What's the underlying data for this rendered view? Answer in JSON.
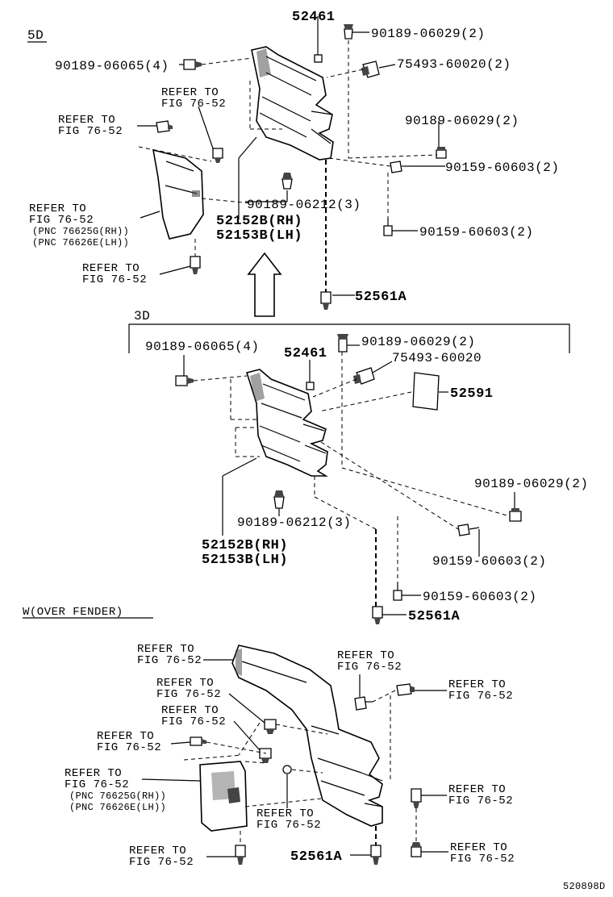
{
  "sections": {
    "s5d": "5D",
    "s3d": "3D",
    "sw": "W(OVER FENDER)"
  },
  "labels": {
    "a_52461": "52461",
    "a_90189_06029": "90189-06029(2)",
    "a_90189_06065": "90189-06065(4)",
    "a_75493_60020": "75493-60020(2)",
    "a_refer1_l1": "REFER TO",
    "a_refer1_l2": "FIG 76-52",
    "a_refer2_l1": "REFER TO",
    "a_refer2_l2": "FIG 76-52",
    "a_90189_06029b": "90189-06029(2)",
    "a_90159_60603a": "90159-60603(2)",
    "a_refer3_l1": "REFER TO",
    "a_refer3_l2": "FIG 76-52",
    "a_pnc_rh": "(PNC 76625G(RH))",
    "a_pnc_lh": "(PNC 76626E(LH))",
    "a_90189_06212": "90189-06212(3)",
    "a_52152b": "52152B(RH)",
    "a_52153b": "52153B(LH)",
    "a_90159_60603b": "90159-60603(2)",
    "a_refer4_l1": "REFER TO",
    "a_refer4_l2": "FIG 76-52",
    "a_52561a": "52561A",
    "b_90189_06065": "90189-06065(4)",
    "b_52461": "52461",
    "b_90189_06029": "90189-06029(2)",
    "b_75493_60020": "75493-60020",
    "b_52591": "52591",
    "b_90189_06029b": "90189-06029(2)",
    "b_90189_06212": "90189-06212(3)",
    "b_52152b": "52152B(RH)",
    "b_52153b": "52153B(LH)",
    "b_90159_60603a": "90159-60603(2)",
    "b_90159_60603b": "90159-60603(2)",
    "b_52561a": "52561A",
    "c_refer1_l1": "REFER TO",
    "c_refer1_l2": "FIG 76-52",
    "c_refer2_l1": "REFER TO",
    "c_refer2_l2": "FIG 76-52",
    "c_refer3_l1": "REFER TO",
    "c_refer3_l2": "FIG 76-52",
    "c_refer4_l1": "REFER TO",
    "c_refer4_l2": "FIG 76-52",
    "c_refer5_l1": "REFER TO",
    "c_refer5_l2": "FIG 76-52",
    "c_refer6_l1": "REFER TO",
    "c_refer6_l2": "FIG 76-52",
    "c_pnc_rh": "(PNC 76625G(RH))",
    "c_pnc_lh": "(PNC 76626E(LH))",
    "c_refer7_l1": "REFER TO",
    "c_refer7_l2": "FIG 76-52",
    "c_refer8_l1": "REFER TO",
    "c_refer8_l2": "FIG 76-52",
    "c_refer9_l1": "REFER TO",
    "c_refer9_l2": "FIG 76-52",
    "c_refer10_l1": "REFER TO",
    "c_refer10_l2": "FIG 76-52",
    "c_52561a": "52561A"
  },
  "figure_code": "520898D"
}
